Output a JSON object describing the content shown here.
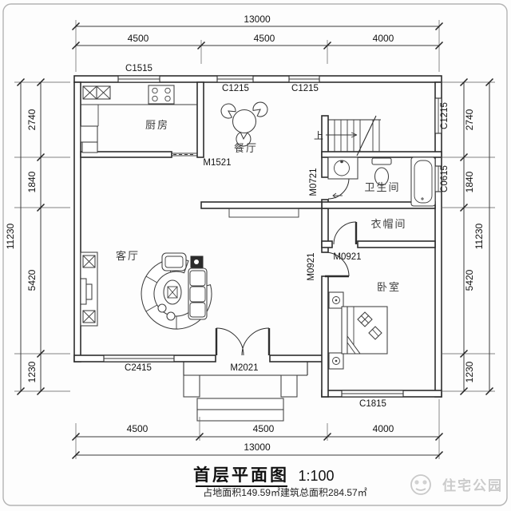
{
  "plan": {
    "rooms": {
      "kitchen": "厨房",
      "dining": "餐厅",
      "bathroom": "卫生间",
      "cloakroom": "衣帽间",
      "living": "客厅",
      "bedroom": "卧室"
    },
    "stairs": {
      "up": "上"
    },
    "doors": {
      "kitchen": "M1521",
      "bathroom": "M0721",
      "cloakroom": "M0921",
      "bedroom": "M0921",
      "entrance": "M2021"
    },
    "windows": {
      "kitchen": "C1515",
      "dining_left": "C1215",
      "dining_right": "C1215",
      "stairwell": "C1215",
      "bathroom": "C0615",
      "living": "C2415",
      "bedroom": "C1815"
    },
    "dims": {
      "top": {
        "total": "13000",
        "segments": [
          "4500",
          "4500",
          "4000"
        ]
      },
      "bottom": {
        "total": "13000",
        "segments": [
          "4500",
          "4500",
          "4000"
        ]
      },
      "left": {
        "total": "11230",
        "segments": [
          "2740",
          "1840",
          "5420",
          "1230"
        ]
      },
      "right": {
        "total": "11230",
        "segments": [
          "2740",
          "1840",
          "5420",
          "1230"
        ]
      }
    }
  },
  "title_block": {
    "title": "首层平面图",
    "scale": "1:100",
    "area_note": "占地面积149.59㎡建筑总面积284.57㎡"
  },
  "watermark": {
    "brand": "住宅公园"
  }
}
